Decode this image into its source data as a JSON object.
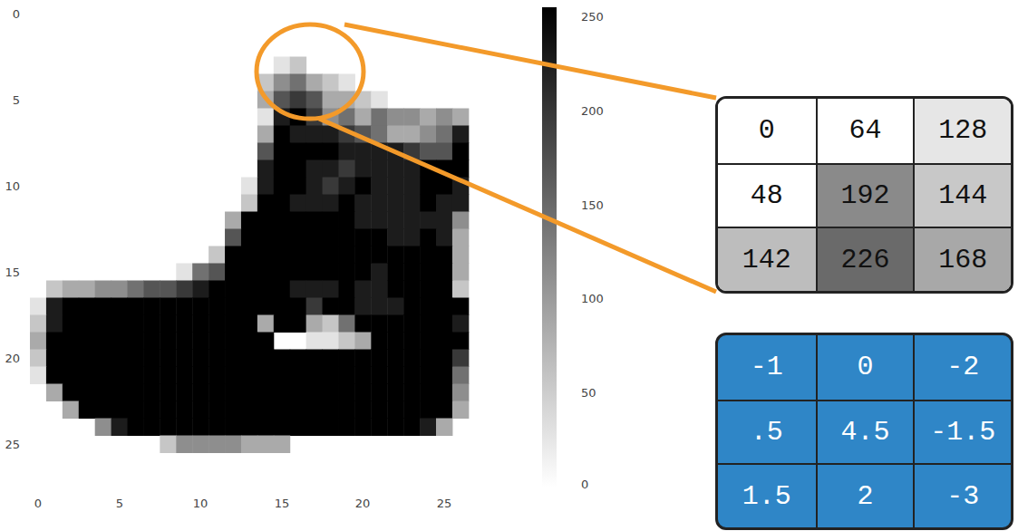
{
  "diagram": {
    "labels": [
      "0",
      "5",
      "10",
      "15",
      "20",
      "25",
      "0",
      "5",
      "10",
      "15",
      "20",
      "25",
      "250",
      "200",
      "150",
      "100",
      "50",
      "0",
      "0",
      "64",
      "128",
      "48",
      "192",
      "144",
      "142",
      "226",
      "168",
      "-1",
      "0",
      "-2",
      ".5",
      "4.5",
      "-1.5",
      "1.5",
      "2",
      "-3"
    ]
  }
}
